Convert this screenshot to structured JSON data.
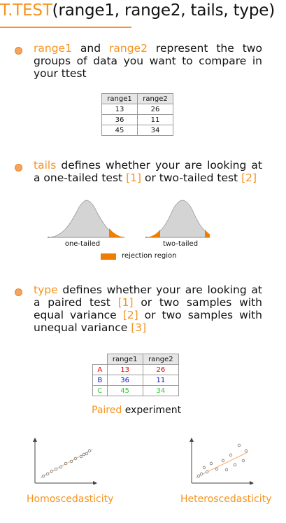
{
  "title": {
    "name": "T.TEST",
    "args": "(range1, range2, tails, type)"
  },
  "p1": {
    "kw1": "range1",
    "t1": "and",
    "kw2": "range2",
    "t2": "represent the two",
    "line2": "groups of data you want to compare in",
    "line3": "your ttest"
  },
  "table1": {
    "headers": [
      "range1",
      "range2"
    ],
    "rows": [
      [
        "13",
        "26"
      ],
      [
        "36",
        "11"
      ],
      [
        "45",
        "34"
      ]
    ]
  },
  "p2": {
    "kw": "tails",
    "t1": "defines whether your are looking at",
    "t2": "a one-tailed test",
    "o1": "[1]",
    "t3": "or two-tailed test",
    "o2": "[2]"
  },
  "curves": {
    "one": "one-tailed",
    "two": "two-tailed",
    "legend": "rejection region",
    "color": "#f07c00"
  },
  "p3": {
    "kw": "type",
    "t1": "defines whether your are looking at",
    "t2": "a paired test",
    "o1": "[1]",
    "t3": "or two samples with",
    "t4": "equal variance",
    "o2": "[2]",
    "t5": "or two samples with",
    "t6": "unequal variance",
    "o3": "[3]"
  },
  "table2": {
    "headers": [
      "range1",
      "range2"
    ],
    "rows": [
      {
        "label": "A",
        "v1": "13",
        "v2": "26",
        "color": "#e00000"
      },
      {
        "label": "B",
        "v1": "36",
        "v2": "11",
        "color": "#1010d0"
      },
      {
        "label": "C",
        "v1": "45",
        "v2": "34",
        "color": "#33cc33"
      }
    ]
  },
  "paired": {
    "kw": "Paired",
    "rest": "experiment"
  },
  "scatter": {
    "homo": "Homoscedasticity",
    "hetero": "Heteroscedasticity"
  }
}
